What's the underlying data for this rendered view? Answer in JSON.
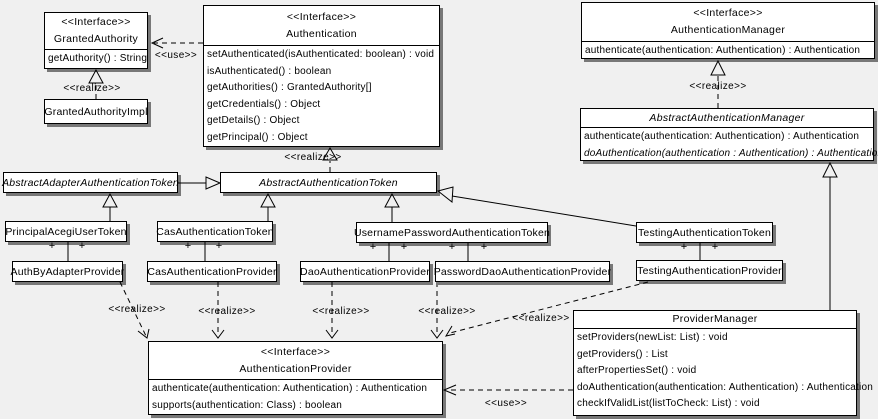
{
  "colors": {
    "background": "#f0f0f0",
    "box_fill": "#ffffff",
    "line": "#000000"
  },
  "labels": {
    "realize": "<<realize>>",
    "use": "<<use>>",
    "plus": "+"
  },
  "classes": {
    "granted_authority": {
      "stereotype": "<<Interface>>",
      "name": "GrantedAuthority",
      "methods": [
        "getAuthority() : String"
      ]
    },
    "granted_authority_impl": {
      "name": "GrantedAuthorityImpl"
    },
    "authentication": {
      "stereotype": "<<Interface>>",
      "name": "Authentication",
      "methods": [
        "setAuthenticated(isAuthenticated: boolean) : void",
        "isAuthenticated() : boolean",
        "getAuthorities() : GrantedAuthority[]",
        "getCredentials() : Object",
        "getDetails() : Object",
        "getPrincipal() : Object"
      ]
    },
    "authentication_manager": {
      "stereotype": "<<Interface>>",
      "name": "AuthenticationManager",
      "methods": [
        "authenticate(authentication: Authentication) : Authentication"
      ]
    },
    "abstract_authentication_manager": {
      "name": "AbstractAuthenticationManager",
      "methods": [
        "authenticate(authentication: Authentication) : Authentication",
        "doAuthentication(authentication : Authentication) : Authentication"
      ]
    },
    "abstract_adapter_authentication_token": {
      "name": "AbstractAdapterAuthenticationToken"
    },
    "abstract_authentication_token": {
      "name": "AbstractAuthenticationToken"
    },
    "principal_acegi_user_token": {
      "name": "PrincipalAcegiUserToken"
    },
    "cas_authentication_token": {
      "name": "CasAuthenticationToken"
    },
    "username_password_authentication_token": {
      "name": "UsernamePasswordAuthenticationToken"
    },
    "testing_authentication_token": {
      "name": "TestingAuthenticationToken"
    },
    "auth_by_adapter_provider": {
      "name": "AuthByAdapterProvider"
    },
    "cas_authentication_provider": {
      "name": "CasAuthenticationProvider"
    },
    "dao_authentication_provider": {
      "name": "DaoAuthenticationProvider"
    },
    "password_dao_authentication_provider": {
      "name": "PasswordDaoAuthenticationProvider"
    },
    "testing_authentication_provider": {
      "name": "TestingAuthenticationProvider"
    },
    "authentication_provider": {
      "stereotype": "<<Interface>>",
      "name": "AuthenticationProvider",
      "methods": [
        "authenticate(authentication: Authentication) : Authentication",
        "supports(authentication: Class) : boolean"
      ]
    },
    "provider_manager": {
      "name": "ProviderManager",
      "methods": [
        "setProviders(newList: List) : void",
        "getProviders() : List",
        "afterPropertiesSet() : void",
        "doAuthentication(authentication: Authentication) : Authentication",
        "checkIfValidList(listToCheck: List) : void"
      ]
    }
  }
}
